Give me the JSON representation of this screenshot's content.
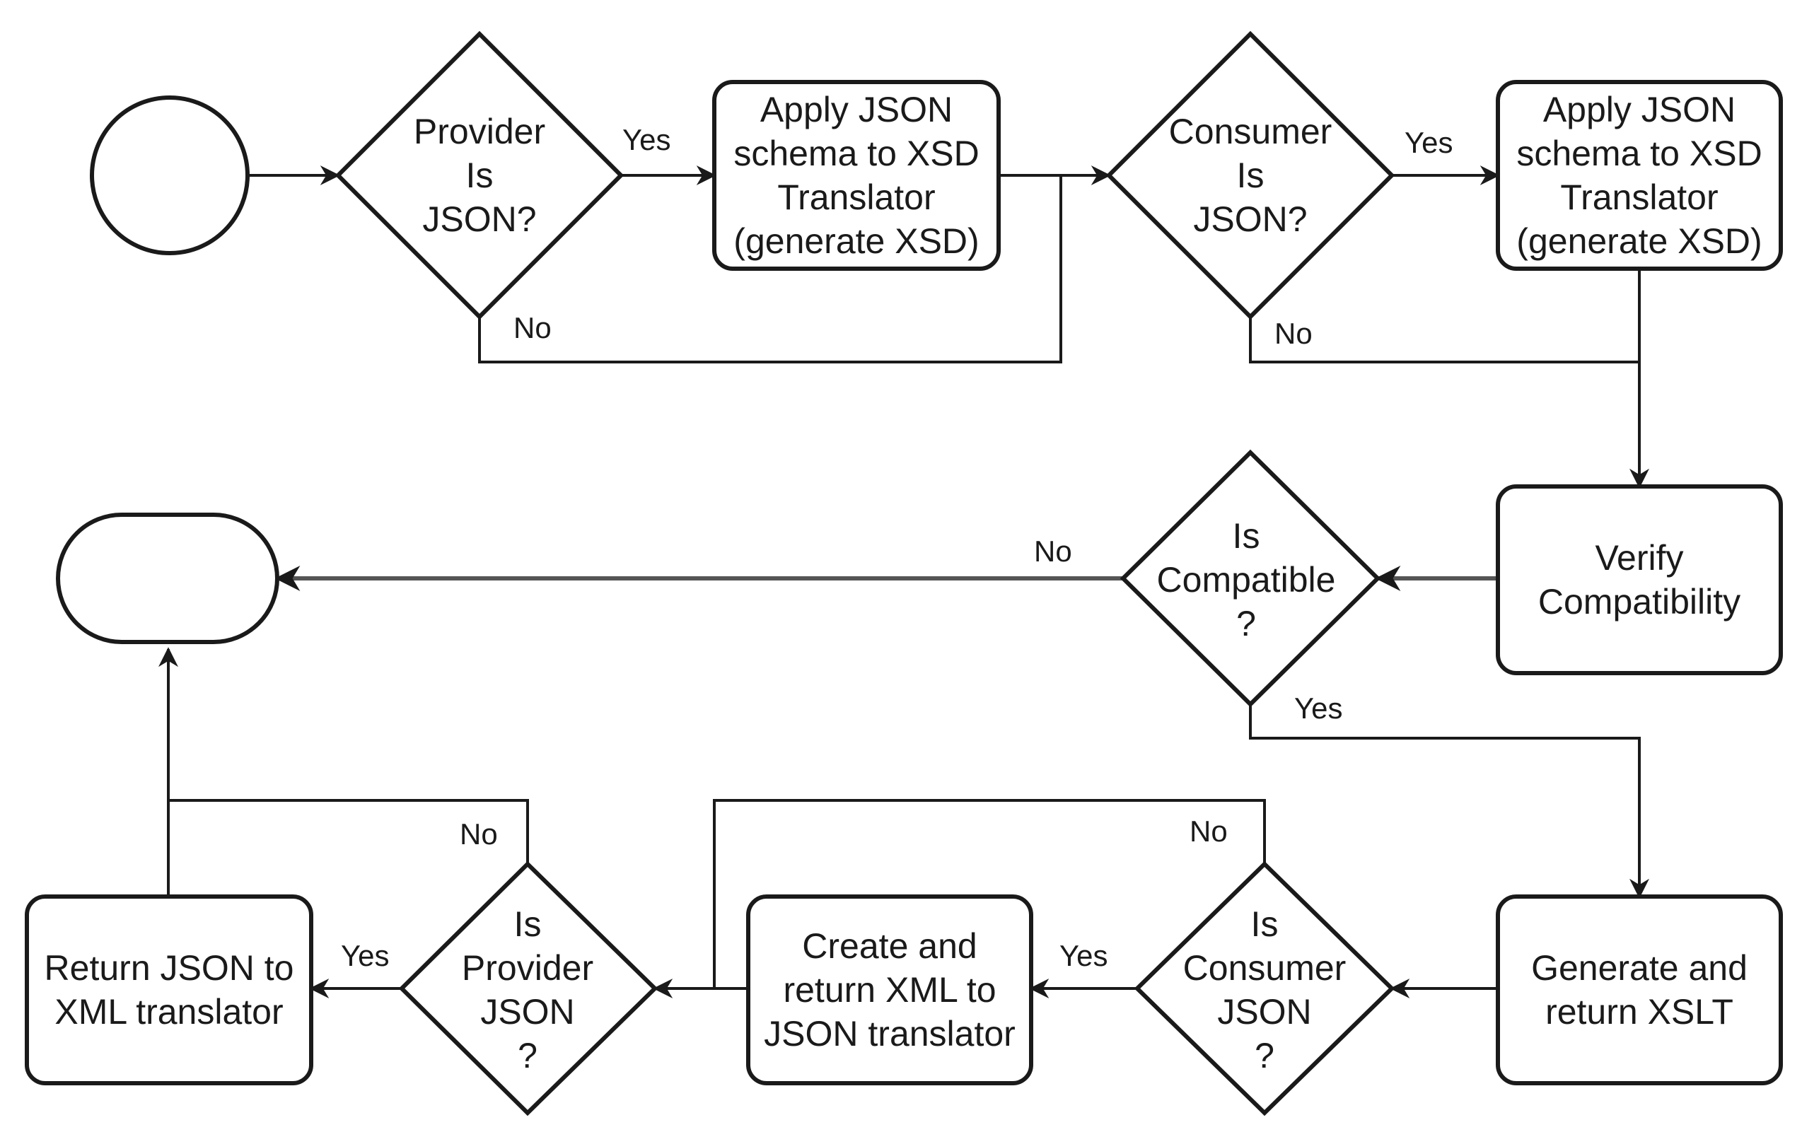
{
  "nodes": {
    "start": {
      "lines": []
    },
    "end": {
      "lines": []
    },
    "provider_is_json": {
      "lines": [
        "Provider",
        "Is",
        "JSON?"
      ]
    },
    "apply_schema_provider": {
      "lines": [
        "Apply JSON",
        "schema to XSD",
        "Translator",
        "(generate XSD)"
      ]
    },
    "consumer_is_json": {
      "lines": [
        "Consumer",
        "Is",
        "JSON?"
      ]
    },
    "apply_schema_consumer": {
      "lines": [
        "Apply JSON",
        "schema to XSD",
        "Translator",
        "(generate XSD)"
      ]
    },
    "verify_compatibility": {
      "lines": [
        "Verify",
        "Compatibility"
      ]
    },
    "is_compatible": {
      "lines": [
        "Is",
        "Compatible",
        "?"
      ]
    },
    "generate_xslt": {
      "lines": [
        "Generate and",
        "return XSLT"
      ]
    },
    "is_consumer_json": {
      "lines": [
        "Is",
        "Consumer",
        "JSON",
        "?"
      ]
    },
    "create_xml_to_json": {
      "lines": [
        "Create and",
        "return XML to",
        "JSON translator"
      ]
    },
    "is_provider_json": {
      "lines": [
        "Is",
        "Provider",
        "JSON",
        "?"
      ]
    },
    "return_json_to_xml": {
      "lines": [
        "Return JSON to",
        "XML translator"
      ]
    }
  },
  "edges": {
    "provider_yes": "Yes",
    "provider_no": "No",
    "consumer_yes": "Yes",
    "consumer_no": "No",
    "compatible_no": "No",
    "compatible_yes": "Yes",
    "is_consumer_yes": "Yes",
    "is_consumer_no": "No",
    "is_provider_yes": "Yes",
    "is_provider_no": "No"
  }
}
